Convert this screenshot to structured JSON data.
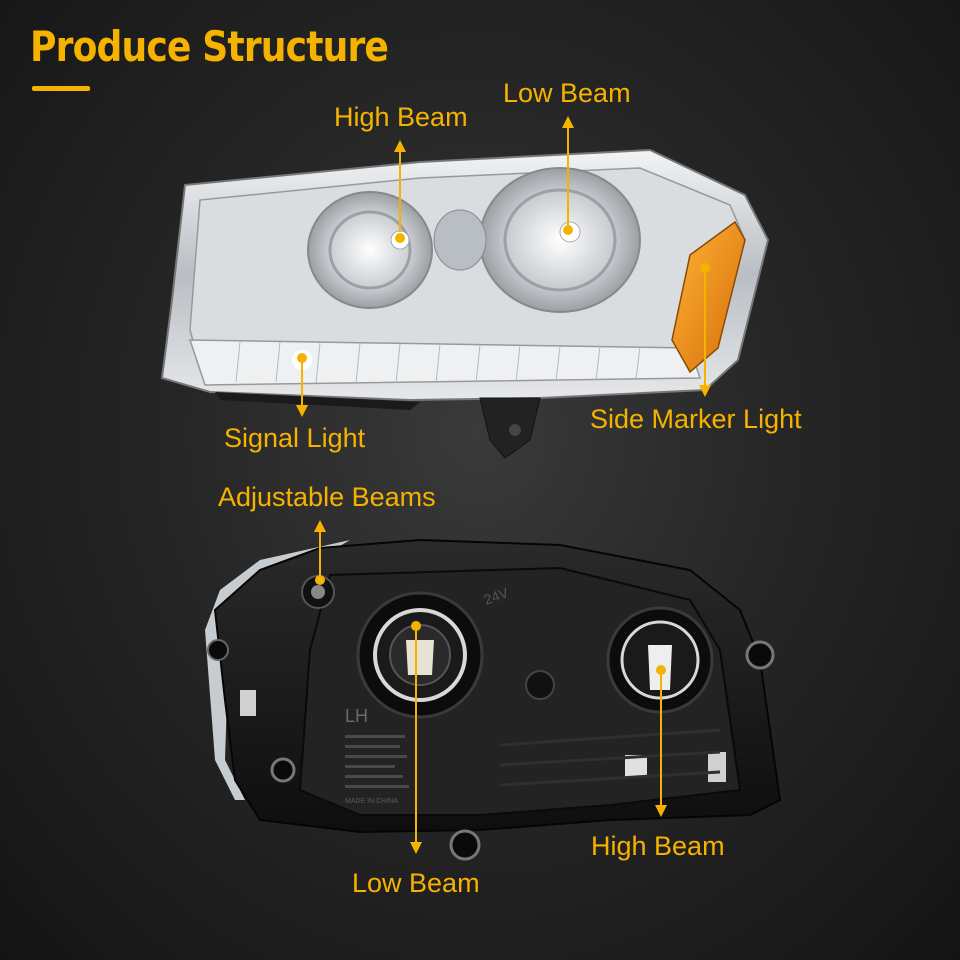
{
  "header": {
    "title": "Produce Structure"
  },
  "front_view": {
    "labels": {
      "high_beam": "High Beam",
      "low_beam": "Low Beam",
      "signal_light": "Signal Light",
      "side_marker_light": "Side Marker Light"
    }
  },
  "rear_view": {
    "labels": {
      "adjustable_beams": "Adjustable Beams",
      "low_beam": "Low Beam",
      "high_beam": "High Beam"
    },
    "housing_text": {
      "side_mark": "LH",
      "stamp": "24V",
      "made_in": "MADE IN CHINA"
    }
  },
  "colors": {
    "accent": "#f5b300",
    "amber_lens": "#e88a10",
    "chrome": "#c8ccd0",
    "housing": "#1c1c1c"
  }
}
